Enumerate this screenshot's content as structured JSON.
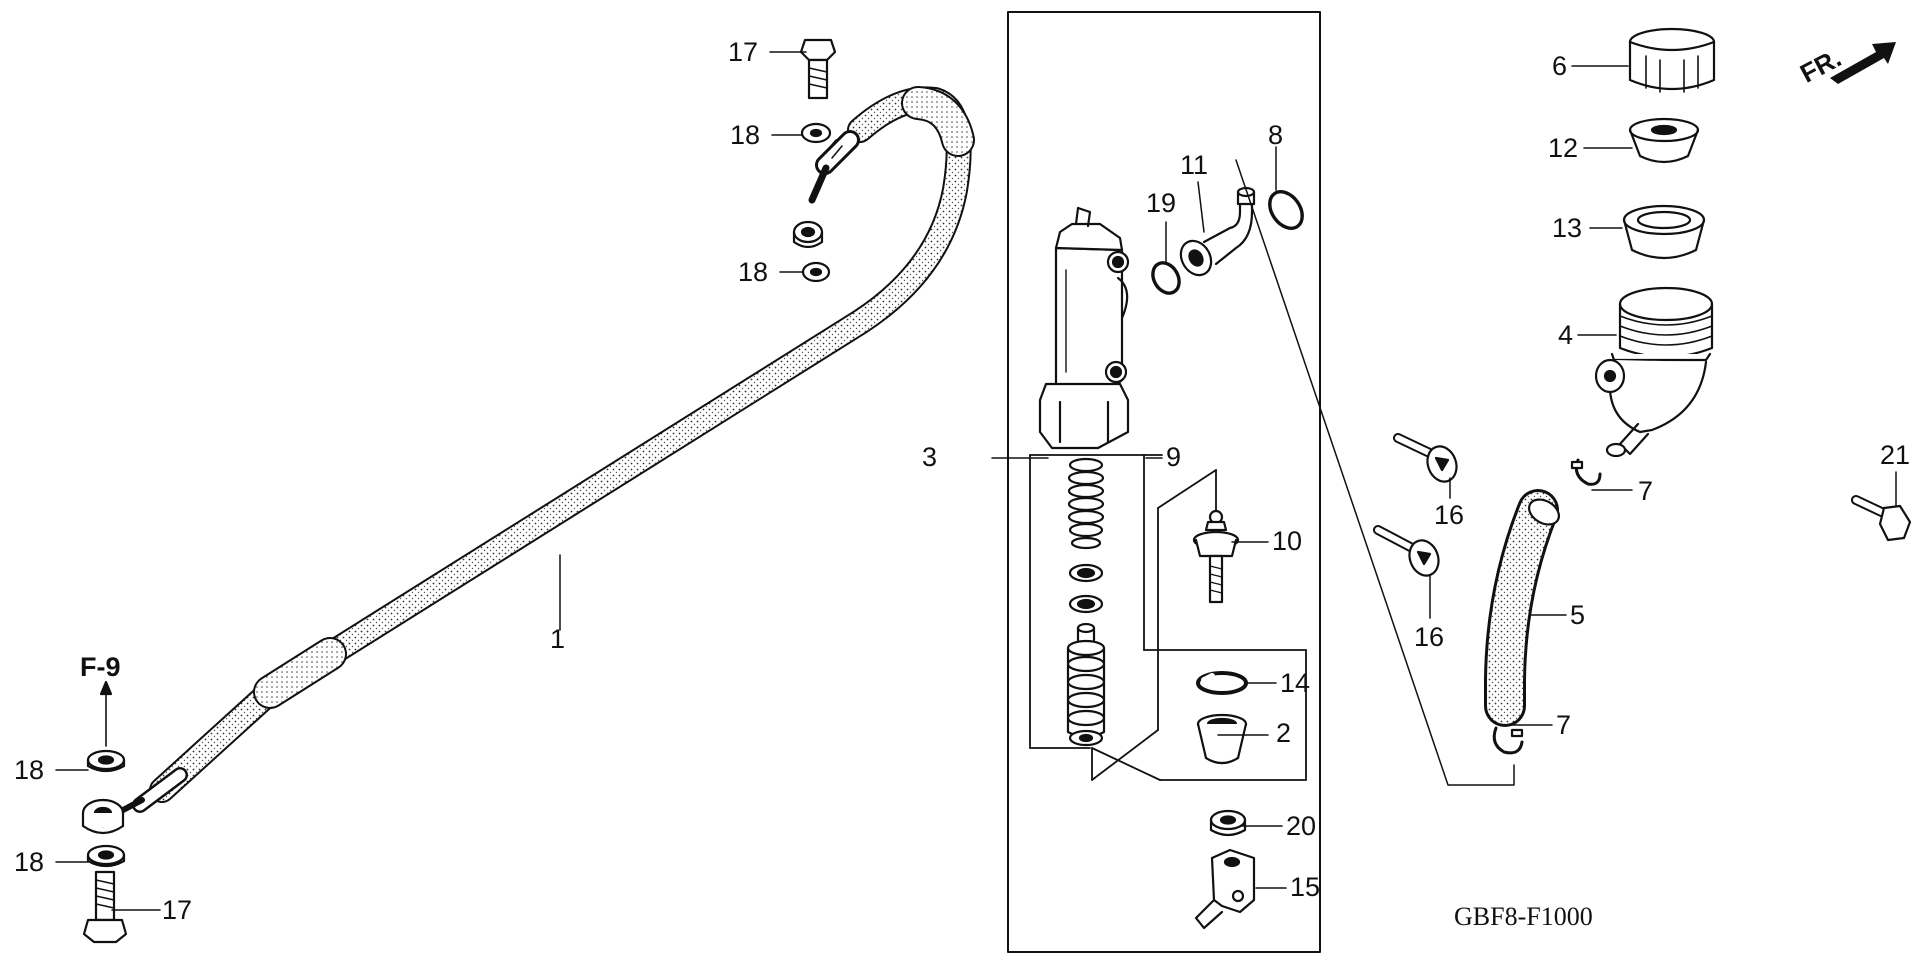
{
  "diagram": {
    "code": "GBF8-F1000",
    "front_marker": "FR.",
    "reference": "F-9",
    "callouts": [
      {
        "id": "c1",
        "text": "1"
      },
      {
        "id": "c2",
        "text": "2"
      },
      {
        "id": "c3",
        "text": "3"
      },
      {
        "id": "c4",
        "text": "4"
      },
      {
        "id": "c5",
        "text": "5"
      },
      {
        "id": "c6",
        "text": "6"
      },
      {
        "id": "c7a",
        "text": "7"
      },
      {
        "id": "c7b",
        "text": "7"
      },
      {
        "id": "c8",
        "text": "8"
      },
      {
        "id": "c9",
        "text": "9"
      },
      {
        "id": "c10",
        "text": "10"
      },
      {
        "id": "c11",
        "text": "11"
      },
      {
        "id": "c12",
        "text": "12"
      },
      {
        "id": "c13",
        "text": "13"
      },
      {
        "id": "c14",
        "text": "14"
      },
      {
        "id": "c15",
        "text": "15"
      },
      {
        "id": "c16a",
        "text": "16"
      },
      {
        "id": "c16b",
        "text": "16"
      },
      {
        "id": "c17a",
        "text": "17"
      },
      {
        "id": "c17b",
        "text": "17"
      },
      {
        "id": "c18a",
        "text": "18"
      },
      {
        "id": "c18b",
        "text": "18"
      },
      {
        "id": "c18c",
        "text": "18"
      },
      {
        "id": "c18d",
        "text": "18"
      },
      {
        "id": "c19",
        "text": "19"
      },
      {
        "id": "c20",
        "text": "20"
      },
      {
        "id": "c21",
        "text": "21"
      }
    ]
  }
}
